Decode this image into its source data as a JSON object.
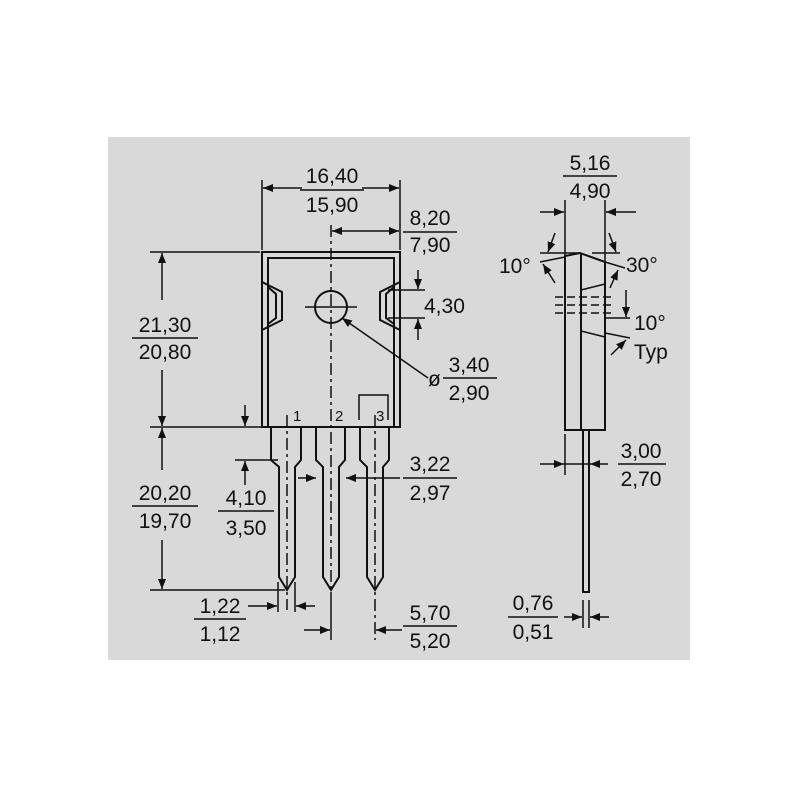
{
  "colors": {
    "background": "#d9d9d9",
    "ink": "#111111"
  },
  "front_view": {
    "width": {
      "max": "16,40",
      "min": "15,90"
    },
    "hole_offset": {
      "max": "8,20",
      "min": "7,90"
    },
    "body_height": {
      "max": "21,30",
      "min": "20,80"
    },
    "lead_length": {
      "max": "20,20",
      "min": "19,70"
    },
    "lead_shoulder": {
      "max": "4,10",
      "min": "3,50"
    },
    "notch": "4,30",
    "hole_diameter": {
      "symbol": "ø",
      "max": "3,40",
      "min": "2,90"
    },
    "lead_width": {
      "max": "3,22",
      "min": "2,97"
    },
    "lead_tip_width": {
      "max": "1,22",
      "min": "1,12"
    },
    "pitch": {
      "max": "5,70",
      "min": "5,20"
    },
    "pins": [
      "1",
      "2",
      "3"
    ]
  },
  "side_view": {
    "thickness": {
      "max": "5,16",
      "min": "4,90"
    },
    "angle_left": "10°",
    "angle_right": "30°",
    "angle_typ": "10°",
    "typ_label": "Typ",
    "tab_thickness": {
      "max": "3,00",
      "min": "2,70"
    },
    "lead_thickness": {
      "max": "0,76",
      "min": "0,51"
    }
  }
}
